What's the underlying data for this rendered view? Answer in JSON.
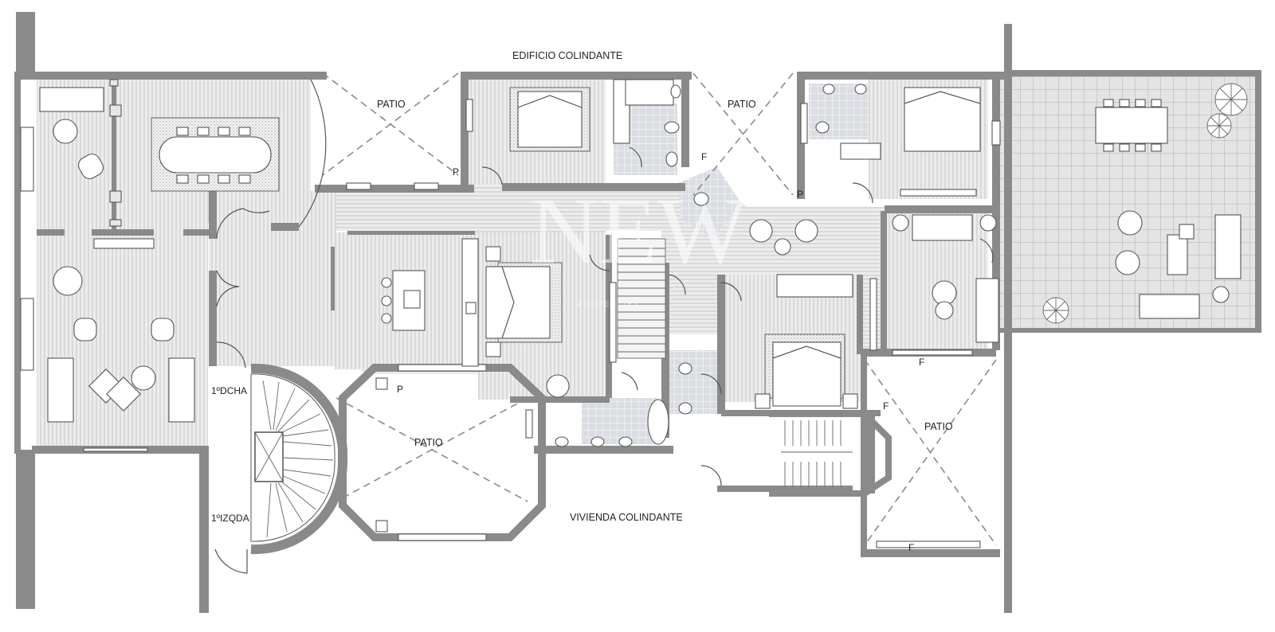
{
  "labels": {
    "adjacent_building": "EDIFICIO COLINDANTE",
    "adjacent_dwelling": "VIVIENDA COLINDANTE",
    "patio": "PATIO",
    "floor_first_right": "1ºDCHA",
    "floor_first_left": "1ºIZQDA",
    "marker_p": "P",
    "marker_f": "F"
  },
  "watermark": {
    "text": "NEW",
    "subtext": "PROPERTIES"
  },
  "colors": {
    "wall": "#8a8a8a",
    "floor": "#e9e9e9",
    "line": "#555555"
  }
}
